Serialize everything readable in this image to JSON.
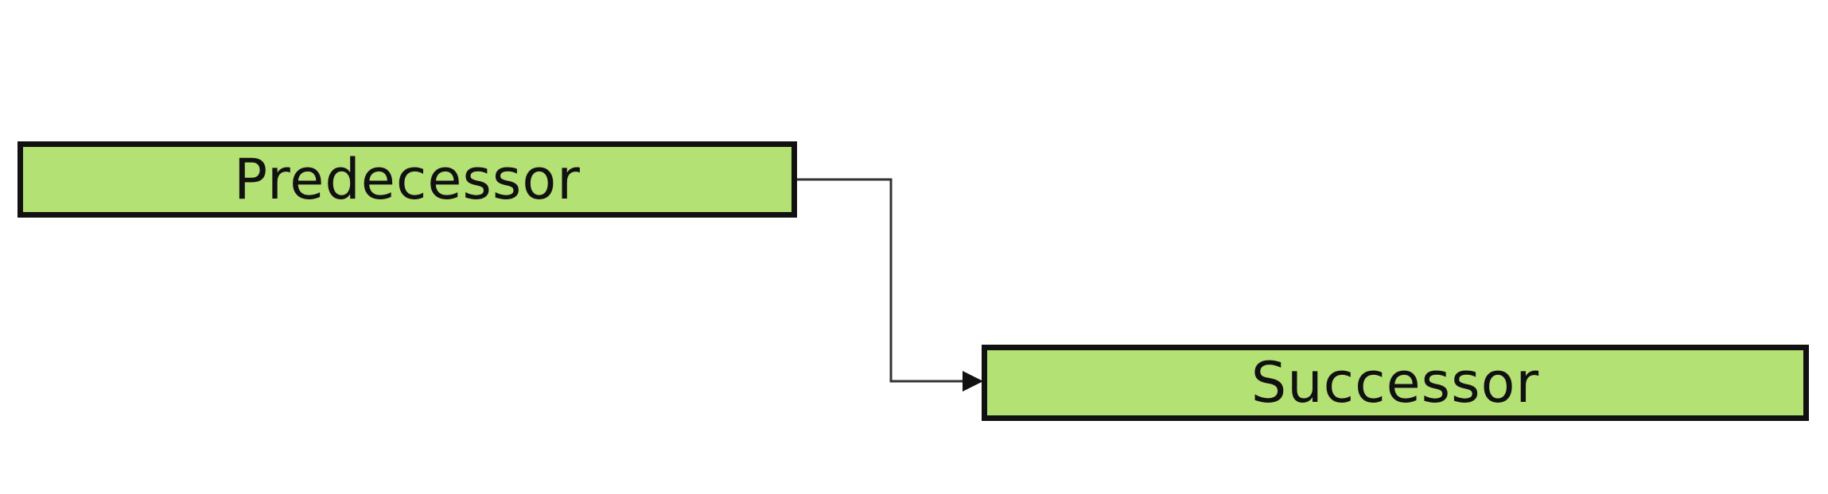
{
  "diagram": {
    "nodes": [
      {
        "id": "predecessor",
        "label": "Predecessor"
      },
      {
        "id": "successor",
        "label": "Successor"
      }
    ],
    "edges": [
      {
        "from": "predecessor",
        "to": "successor",
        "style": "elbow-arrow"
      }
    ]
  },
  "colors": {
    "bar_fill": "#b3e173",
    "bar_border": "#111111",
    "connector": "#333333",
    "background": "#ffffff"
  }
}
